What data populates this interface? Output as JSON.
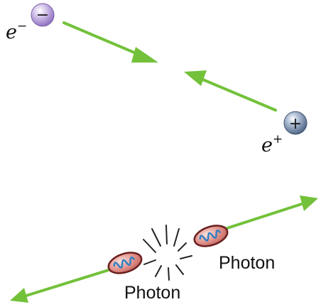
{
  "particles": {
    "electron": {
      "symbol": "e",
      "superscript": "−",
      "charge_glyph": "−",
      "color": "#b49ad6"
    },
    "positron": {
      "symbol": "e",
      "superscript": "+",
      "charge_glyph": "+",
      "color": "#6a7f9c"
    }
  },
  "photons": {
    "left_label": "Photon",
    "right_label": "Photon",
    "body_color": "#d97a76",
    "wave_color": "#2f7fc1"
  },
  "colors": {
    "arrow": "#73c13a",
    "flash": "#222222"
  }
}
